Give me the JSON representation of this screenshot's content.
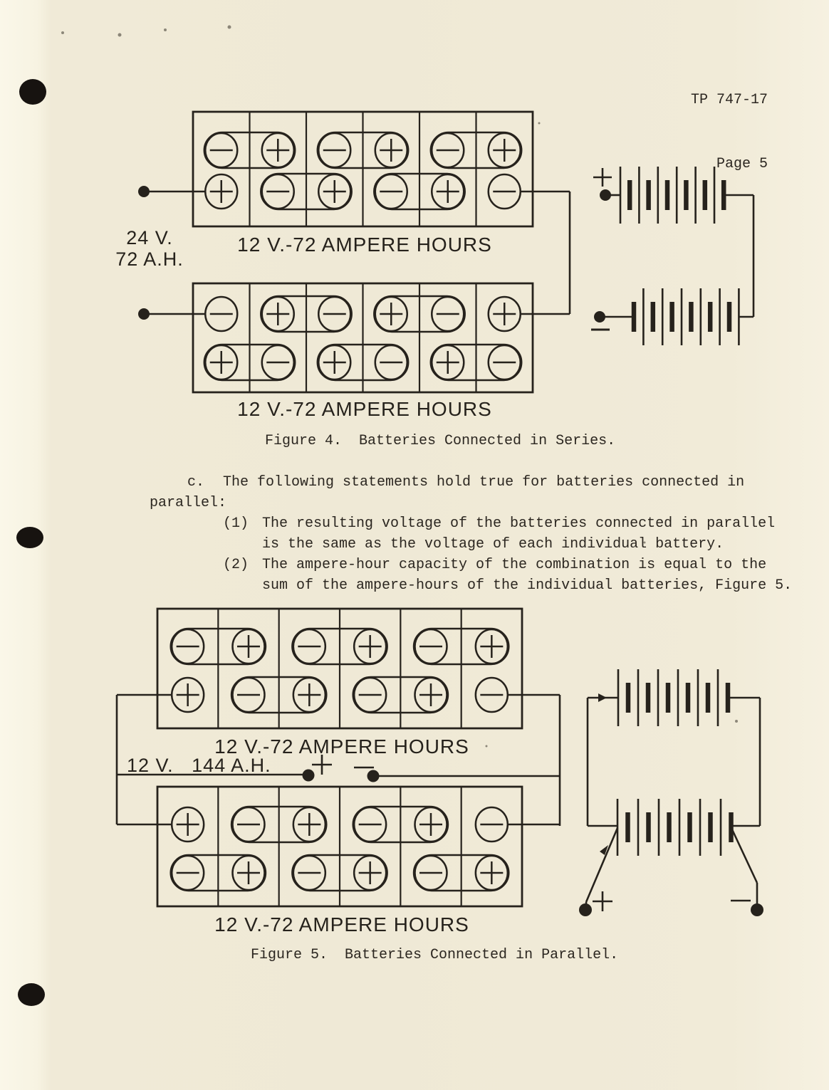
{
  "header": {
    "doc_number": "TP 747-17",
    "page_label": "Page 5"
  },
  "figure4": {
    "caption": "Figure 4.  Batteries Connected in Series.",
    "output_rating": {
      "line1": "24 V.",
      "line2": "72 A.H."
    },
    "batteries": [
      {
        "label": "12 V.-72 AMPERE HOURS",
        "top_row_terminals": [
          "-",
          "+",
          "-",
          "+",
          "-",
          "+"
        ],
        "bottom_row_terminals": [
          "+",
          "-",
          "+",
          "-",
          "+",
          "-"
        ],
        "top_links": [
          [
            0,
            1
          ],
          [
            2,
            3
          ],
          [
            4,
            5
          ]
        ],
        "bottom_links": [
          [
            1,
            2
          ],
          [
            3,
            4
          ]
        ]
      },
      {
        "label": "12 V.-72 AMPERE HOURS",
        "top_row_terminals": [
          "-",
          "+",
          "-",
          "+",
          "-",
          "+"
        ],
        "bottom_row_terminals": [
          "+",
          "-",
          "+",
          "-",
          "+",
          "-"
        ],
        "top_links": [
          [
            1,
            2
          ],
          [
            3,
            4
          ]
        ],
        "bottom_links": [
          [
            0,
            1
          ],
          [
            2,
            3
          ],
          [
            4,
            5
          ]
        ]
      }
    ],
    "schematic": {
      "positive_terminal": "+",
      "negative_terminal": "-",
      "cells_per_battery": 6,
      "batteries": 2,
      "connection": "series"
    }
  },
  "paragraphs": {
    "c_marker": "c.",
    "c_line1": "The following statements hold true for batteries connected in",
    "c_line2": "parallel:",
    "items": [
      {
        "marker": "(1)",
        "line1": "The resulting voltage of the batteries connected in parallel",
        "line2": "is the same as the voltage of each individual battery."
      },
      {
        "marker": "(2)",
        "line1": "The ampere-hour capacity of the combination is equal to the",
        "line2": "sum of the ampere-hours of the individual batteries, Figure 5."
      }
    ]
  },
  "figure5": {
    "caption": "Figure 5.  Batteries Connected in Parallel.",
    "combined_rating": "12 V.   144 A.H.",
    "batteries": [
      {
        "label": "12 V.-72 AMPERE HOURS",
        "top_row_terminals": [
          "-",
          "+",
          "-",
          "+",
          "-",
          "+"
        ],
        "bottom_row_terminals": [
          "+",
          "-",
          "+",
          "-",
          "+",
          "-"
        ],
        "top_links": [
          [
            0,
            1
          ],
          [
            2,
            3
          ],
          [
            4,
            5
          ]
        ],
        "bottom_links": [
          [
            1,
            2
          ],
          [
            3,
            4
          ]
        ]
      },
      {
        "label": "12 V.-72 AMPERE HOURS",
        "top_row_terminals": [
          "+",
          "-",
          "+",
          "-",
          "+",
          "-"
        ],
        "bottom_row_terminals": [
          "-",
          "+",
          "-",
          "+",
          "-",
          "+"
        ],
        "top_links": [
          [
            1,
            2
          ],
          [
            3,
            4
          ]
        ],
        "bottom_links": [
          [
            0,
            1
          ],
          [
            2,
            3
          ],
          [
            4,
            5
          ]
        ]
      }
    ],
    "schematic": {
      "positive_terminal": "+",
      "negative_terminal": "-",
      "cells_per_battery": 6,
      "batteries": 2,
      "connection": "parallel"
    }
  },
  "colors": {
    "paper": "#efe9d6",
    "ink": "#26221c"
  }
}
